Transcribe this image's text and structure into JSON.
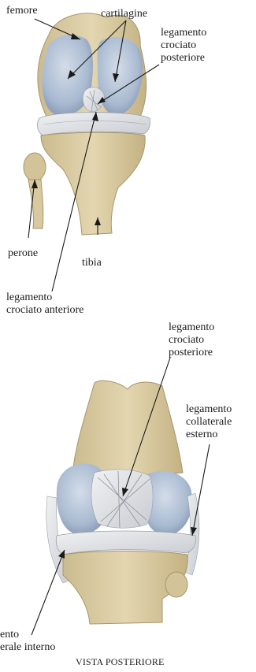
{
  "figure_top": {
    "labels": {
      "femore": "femore",
      "cartilagine": "cartilagine",
      "legamento_crociato_posteriore": [
        "legamento",
        "crociato",
        "posteriore"
      ],
      "perone": "perone",
      "tibia": "tibia",
      "legamento_crociato_anteriore": [
        "legamento",
        "crociato anteriore"
      ]
    }
  },
  "figure_bottom": {
    "labels": {
      "legamento_crociato_posteriore": [
        "legamento",
        "crociato",
        "posteriore"
      ],
      "legamento_collaterale_esterno": [
        "legamento",
        "collaterale",
        "esterno"
      ],
      "legamento_collaterale_interno": [
        "ento",
        "erale interno"
      ]
    },
    "caption": "VISTA POSTERIORE"
  },
  "colors": {
    "bone": "#d8c9a0",
    "bone_shadow": "#b9a77c",
    "cartilage": "#b8c6d8",
    "cartilage_shadow": "#8fa3be",
    "ligament": "#e4e6ea",
    "line": "#1a1a1a"
  }
}
